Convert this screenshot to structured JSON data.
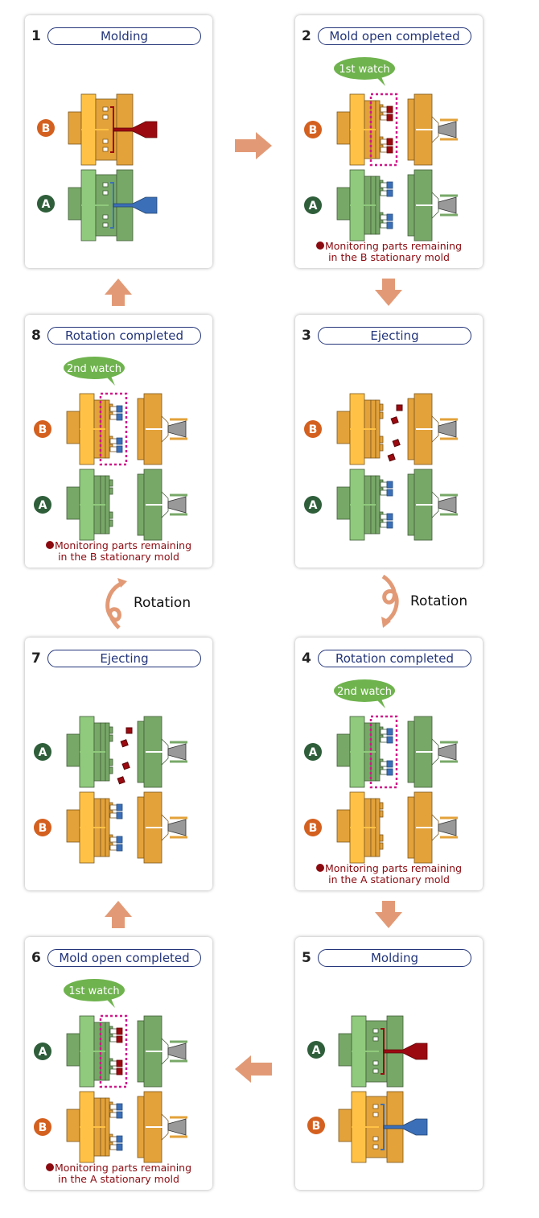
{
  "colors": {
    "pill_border": "#23357a",
    "mold_b": "#e3a23a",
    "mold_a": "#78a868",
    "badge_b": "#d4601f",
    "badge_a": "#2e5e3a",
    "resin_red": "#9b0a10",
    "resin_blue": "#3b6fb8",
    "watch_bubble": "#6fb34e",
    "watch_box": "#d0178a",
    "flow_arrow": "#e29a76",
    "note_text": "#8b0a10"
  },
  "steps": [
    {
      "num": "1",
      "title": "Molding",
      "top_label": "B",
      "bottom_label": "A"
    },
    {
      "num": "2",
      "title": "Mold open completed",
      "watch": "1st watch",
      "top_label": "B",
      "bottom_label": "A",
      "note_line1": "Monitoring parts remaining",
      "note_line2": "in the B stationary mold"
    },
    {
      "num": "3",
      "title": "Ejecting",
      "top_label": "B",
      "bottom_label": "A"
    },
    {
      "num": "4",
      "title": "Rotation completed",
      "watch": "2nd watch",
      "top_label": "A",
      "bottom_label": "B",
      "note_line1": "Monitoring parts remaining",
      "note_line2": "in the A stationary mold"
    },
    {
      "num": "5",
      "title": "Molding",
      "top_label": "A",
      "bottom_label": "B"
    },
    {
      "num": "6",
      "title": "Mold open completed",
      "watch": "1st watch",
      "top_label": "A",
      "bottom_label": "B",
      "note_line1": "Monitoring parts remaining",
      "note_line2": "in the A stationary mold"
    },
    {
      "num": "7",
      "title": "Ejecting",
      "top_label": "A",
      "bottom_label": "B"
    },
    {
      "num": "8",
      "title": "Rotation completed",
      "watch": "2nd watch",
      "top_label": "B",
      "bottom_label": "A",
      "note_line1": "Monitoring parts remaining",
      "note_line2": "in the B stationary mold"
    }
  ],
  "rotation_left": "Rotation",
  "rotation_right": "Rotation"
}
